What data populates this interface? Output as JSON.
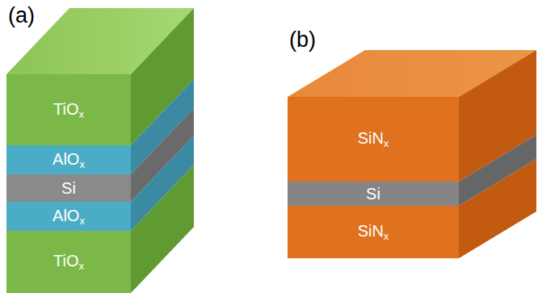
{
  "diagram": {
    "nodes": [
      {
        "text": [
          "TiOx"
        ]
      },
      {
        "text": [
          "AlOx"
        ]
      },
      {
        "text": [
          "Si"
        ]
      },
      {
        "text": [
          "AlOx"
        ]
      },
      {
        "text": [
          "TiOx"
        ]
      },
      {
        "text": [
          "SiNx"
        ]
      },
      {
        "text": [
          "Si"
        ]
      },
      {
        "text": [
          "SiNx"
        ]
      }
    ],
    "labels": [
      "(a)",
      "(b)"
    ]
  }
}
